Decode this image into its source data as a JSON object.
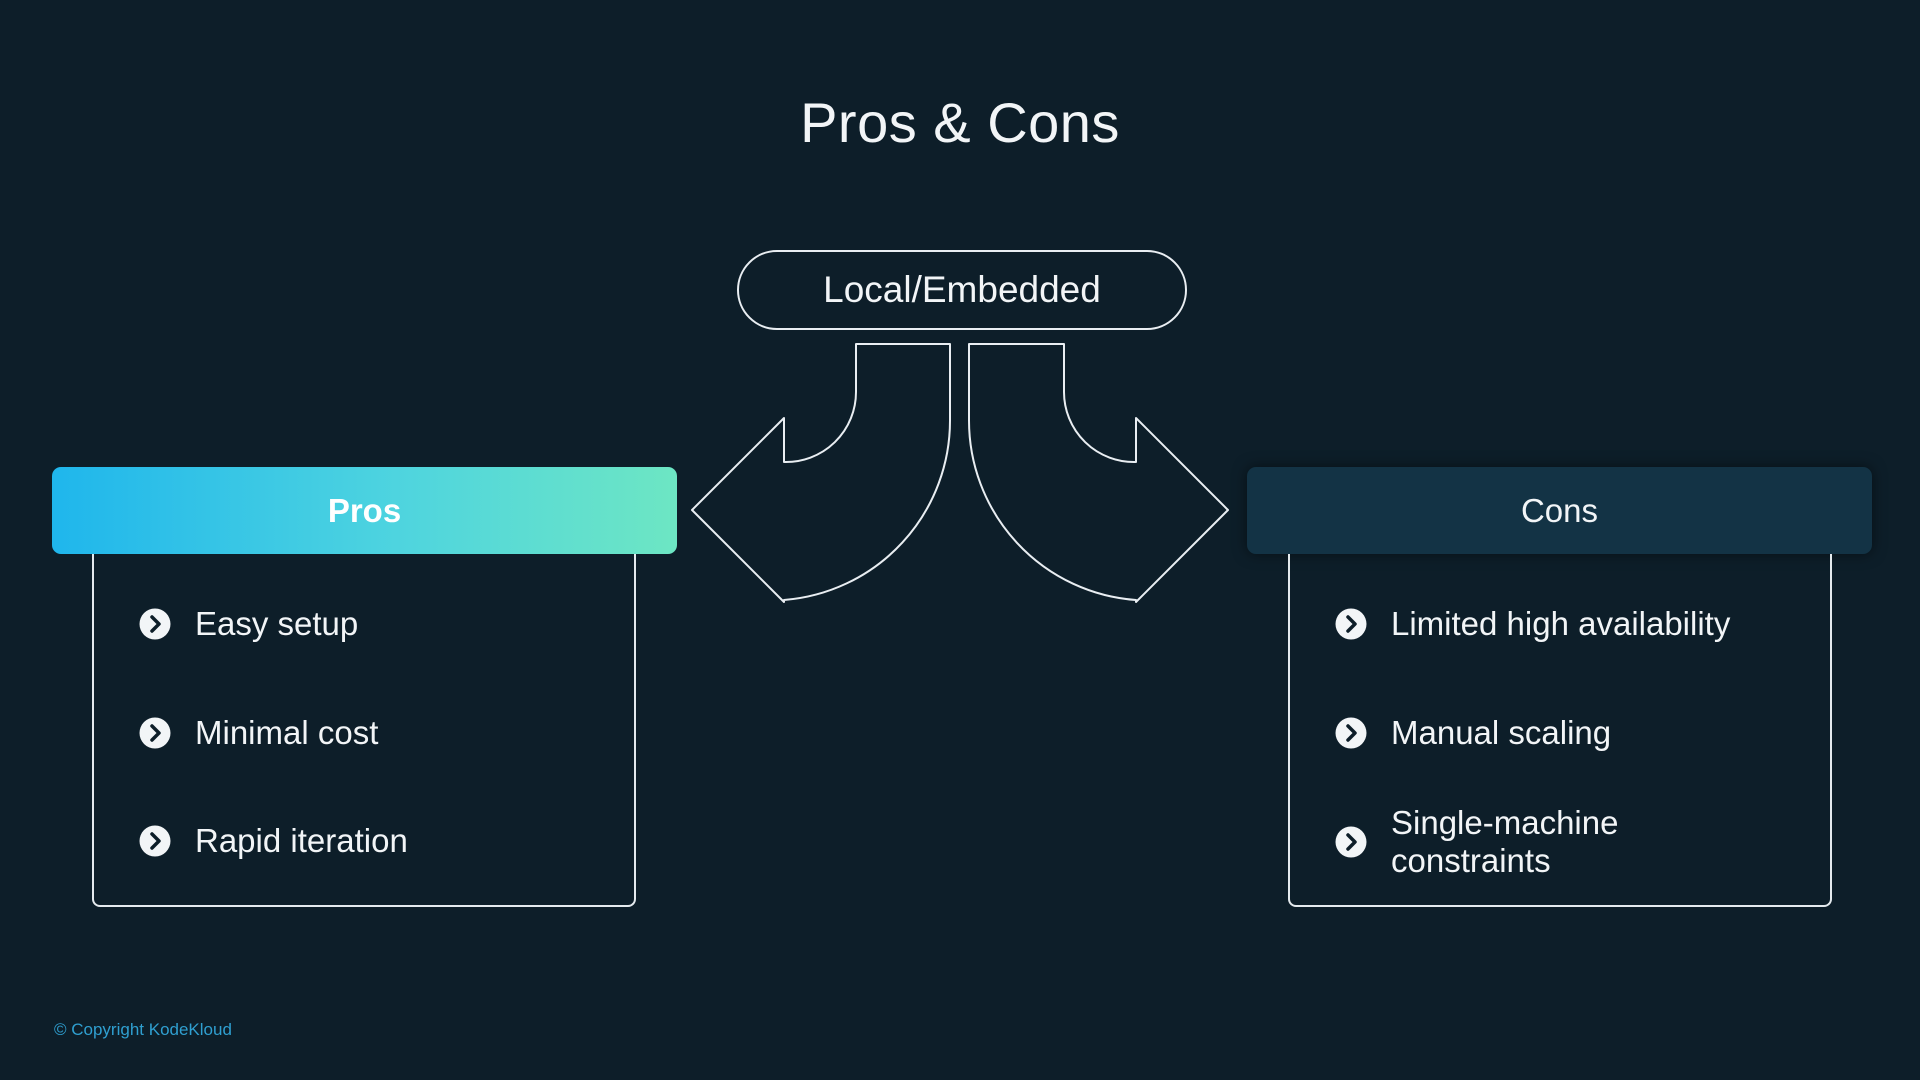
{
  "title": "Pros & Cons",
  "root": {
    "label": "Local/Embedded"
  },
  "pros": {
    "label": "Pros",
    "items": [
      "Easy setup",
      "Minimal cost",
      "Rapid iteration"
    ]
  },
  "cons": {
    "label": "Cons",
    "items": [
      "Limited high availability",
      "Manual scaling",
      "Single-machine constraints"
    ]
  },
  "footer": "© Copyright KodeKloud",
  "icons": {
    "bullet": "chevron-right-circle-icon",
    "left_arrow": "curved-arrow-left-icon",
    "right_arrow": "curved-arrow-right-icon"
  },
  "colors": {
    "background": "#0d1e29",
    "pros_gradient_start": "#1fb6ec",
    "pros_gradient_end": "#6de6c3",
    "cons_header": "#133345",
    "footer": "#2f9fd0"
  }
}
